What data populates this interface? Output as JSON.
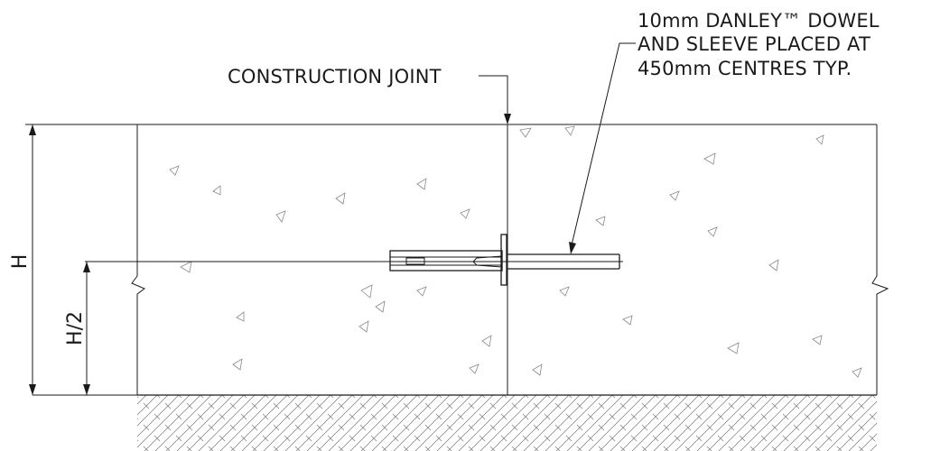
{
  "labels": {
    "construction_joint": "CONSTRUCTION JOINT",
    "dowel_line1": "10mm DANLEY™ DOWEL",
    "dowel_line2": "AND SLEEVE PLACED AT",
    "dowel_line3": "450mm CENTRES TYP."
  },
  "dimensions": {
    "full_height": "H",
    "half_height": "H/2"
  }
}
